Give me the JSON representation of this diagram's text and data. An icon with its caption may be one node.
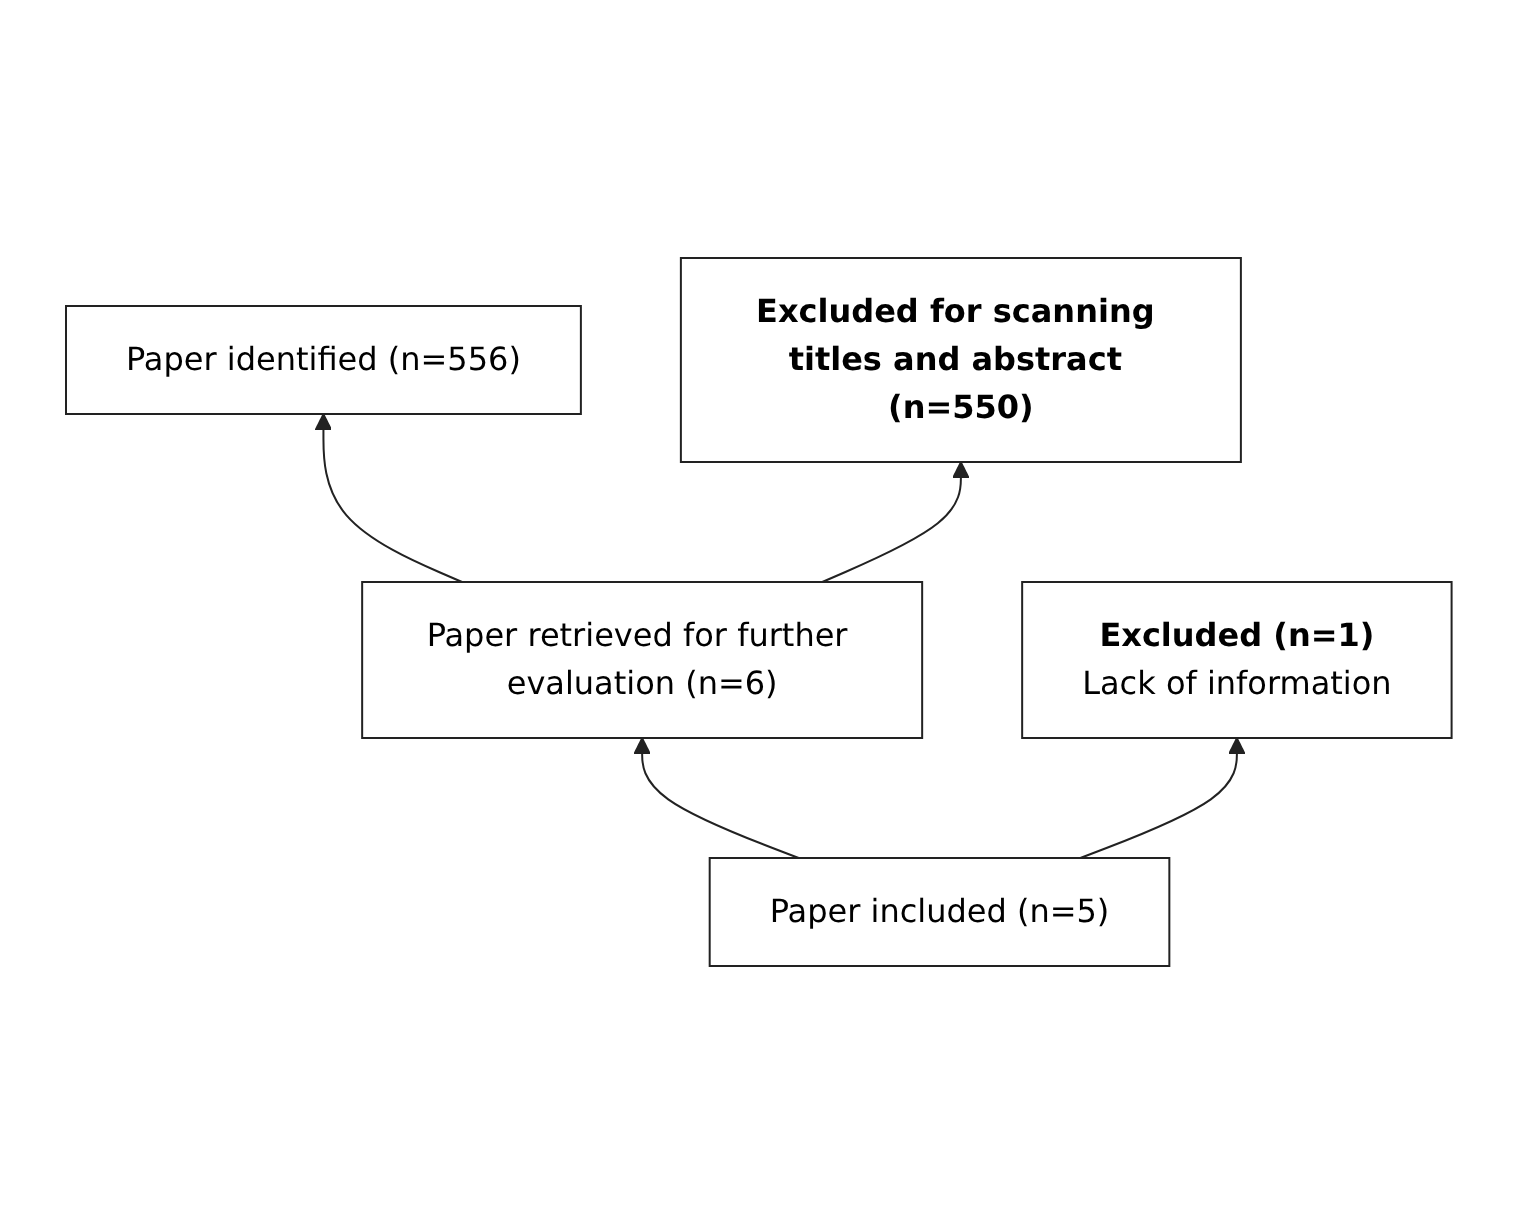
{
  "diagram": {
    "nodes": [
      {
        "text": [
          "Paper identified (n=556)"
        ]
      },
      {
        "text": [
          "Excluded for scanning titles and abstract (n=550)"
        ]
      },
      {
        "text": [
          "Paper retrieved for further evaluation (n=6)"
        ]
      },
      {
        "text": [
          "Excluded (n=1)",
          "Lack of information"
        ]
      },
      {
        "text": [
          "Paper included (n=5)"
        ]
      }
    ],
    "edges": [
      {
        "from": 2,
        "to": 0,
        "arrow": "to"
      },
      {
        "from": 2,
        "to": 1,
        "arrow": "to"
      },
      {
        "from": 4,
        "to": 2,
        "arrow": "to"
      },
      {
        "from": 4,
        "to": 3,
        "arrow": "to"
      }
    ]
  }
}
